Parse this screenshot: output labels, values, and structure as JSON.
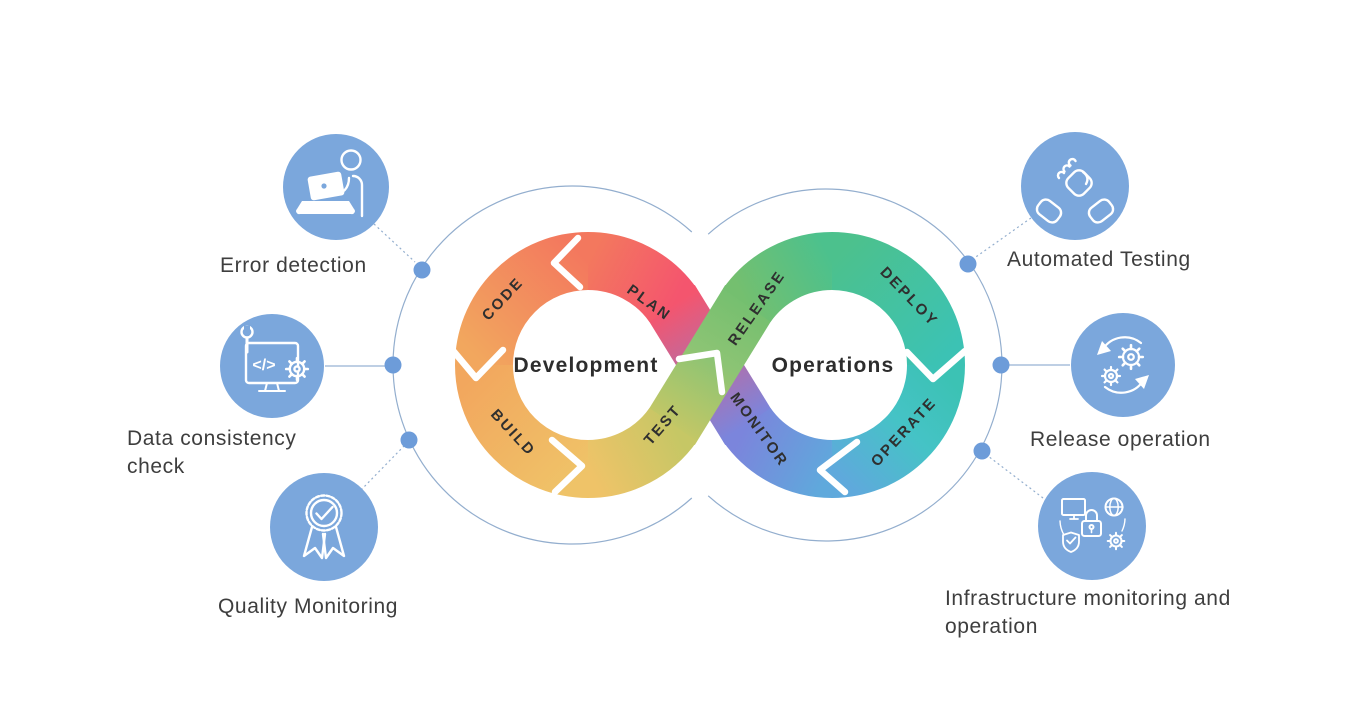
{
  "diagram": {
    "left_loop_label": "Development",
    "right_loop_label": "Operations",
    "segments": {
      "code": "CODE",
      "plan": "PLAN",
      "build": "BUILD",
      "test": "TEST",
      "release": "RELEASE",
      "deploy": "DEPLOY",
      "monitor": "MONITOR",
      "operate": "OPERATE"
    }
  },
  "callouts": {
    "error_detection": {
      "label": "Error detection",
      "icon": "person-laptop-icon"
    },
    "data_consistency": {
      "label": "Data consistency check",
      "icon": "code-monitor-icon"
    },
    "quality_monitoring": {
      "label": "Quality Monitoring",
      "icon": "quality-badge-icon"
    },
    "automated_testing": {
      "label": "Automated Testing",
      "icon": "handshake-icon"
    },
    "release_operation": {
      "label": "Release operation",
      "icon": "gears-cycle-icon"
    },
    "infrastructure": {
      "label": "Infrastructure monitoring and operation",
      "icon": "infrastructure-icon"
    }
  },
  "icons": {
    "code_glyph": "</>"
  },
  "colors": {
    "icon_circle_blue": "#7BA7DC",
    "dot_blue": "#6D9CD9",
    "outline_blue": "#93AECE",
    "code_orange": "#F2A75E",
    "plan_red": "#F4556E",
    "build_amber": "#EFC368",
    "test_olive": "#C6C765",
    "release_green": "#74BF6F",
    "deploy_teal": "#3CC2B4",
    "monitor_periwinkle": "#7B85DC",
    "operate_cyan": "#4EC0CE",
    "text_dark": "#3E3E3E"
  }
}
